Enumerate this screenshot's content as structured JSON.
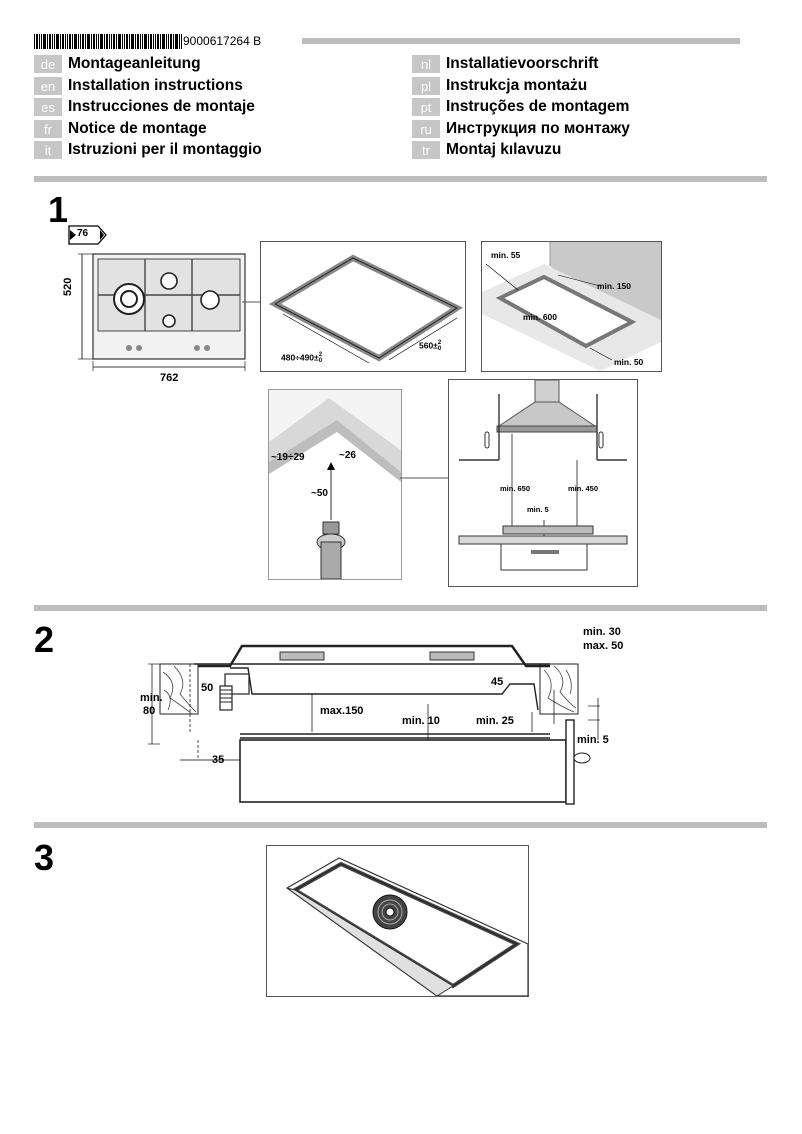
{
  "header": {
    "doc_number": "9000617264 B",
    "languages_left": [
      {
        "code": "de",
        "title": "Montageanleitung"
      },
      {
        "code": "en",
        "title": "Installation instructions"
      },
      {
        "code": "es",
        "title": "Instrucciones de montaje"
      },
      {
        "code": "fr",
        "title": "Notice de montage"
      },
      {
        "code": "it",
        "title": "Istruzioni per il montaggio"
      }
    ],
    "languages_right": [
      {
        "code": "nl",
        "title": "Installatievoorschrift"
      },
      {
        "code": "pl",
        "title": "Instrukcja montażu"
      },
      {
        "code": "pt",
        "title": "Instruções de montagem"
      },
      {
        "code": "ru",
        "title": "Инструкция по монтажу"
      },
      {
        "code": "tr",
        "title": "Montaj kılavuzu"
      }
    ]
  },
  "step1": {
    "number": "1",
    "tag": "76",
    "hob_height": "520",
    "hob_width": "762",
    "cutout_depth": "480÷490±",
    "cutout_depth_tol_top": "2",
    "cutout_depth_tol_bottom": "0",
    "cutout_width": "560±",
    "cutout_width_tol_top": "2",
    "cutout_width_tol_bottom": "0",
    "min_55": "min. 55",
    "min_150": "min. 150",
    "min_600": "min. 600",
    "min_50": "min. 50",
    "seal_range": "~19÷29",
    "seal_26": "~26",
    "seal_50": "~50",
    "min_650": "min. 650",
    "min_450": "min. 450",
    "min_5": "min. 5"
  },
  "step2": {
    "number": "2",
    "min30": "min. 30",
    "max50": "max. 50",
    "d50": "50",
    "d45": "45",
    "min_label": "min.",
    "min80": "80",
    "max150": "max.150",
    "min10": "min. 10",
    "min25": "min. 25",
    "min5": "min. 5",
    "d35": "35"
  },
  "step3": {
    "number": "3"
  }
}
